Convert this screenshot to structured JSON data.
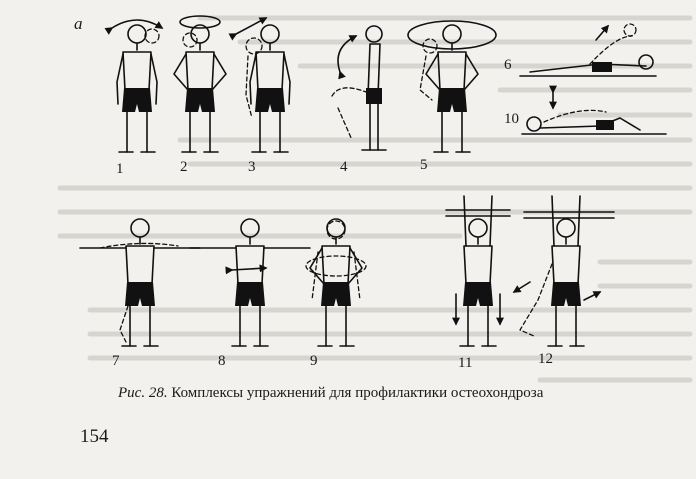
{
  "figure": {
    "panel_label": "а",
    "exercise_numbers": [
      "1",
      "2",
      "3",
      "4",
      "5",
      "6",
      "7",
      "8",
      "9",
      "10",
      "11",
      "12"
    ]
  },
  "caption": {
    "prefix": "Рис. 28.",
    "text": "Комплексы упражнений для профилактики остеохондроза"
  },
  "page_number": "154"
}
